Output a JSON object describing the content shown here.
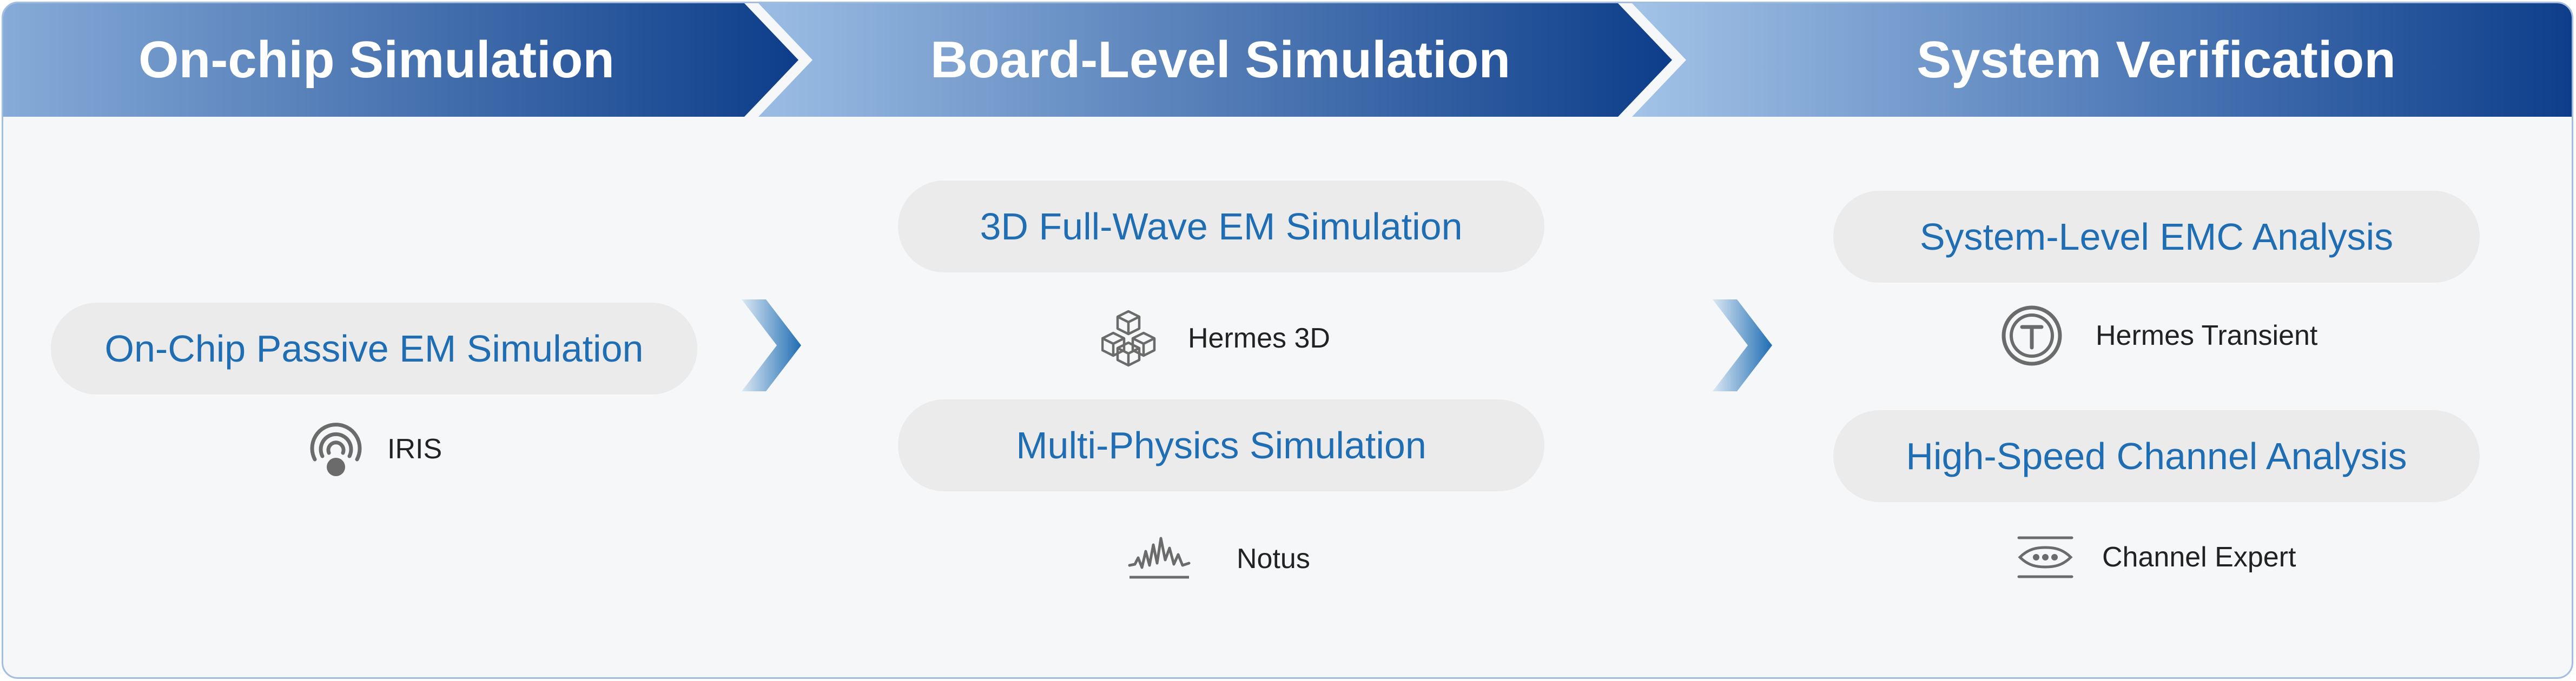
{
  "stages": [
    {
      "title": "On-chip Simulation",
      "capabilities": [
        {
          "label": "On-Chip Passive EM Simulation",
          "product": "IRIS",
          "icon": "radar-signal-icon"
        }
      ]
    },
    {
      "title": "Board-Level Simulation",
      "capabilities": [
        {
          "label": "3D Full-Wave EM Simulation",
          "product": "Hermes 3D",
          "icon": "cubes-icon"
        },
        {
          "label": "Multi-Physics Simulation",
          "product": "Notus",
          "icon": "waveform-icon"
        }
      ]
    },
    {
      "title": "System Verification",
      "capabilities": [
        {
          "label": "System-Level EMC Analysis",
          "product": "Hermes Transient",
          "icon": "t-circle-icon"
        },
        {
          "label": "High-Speed Channel Analysis",
          "product": "Channel Expert",
          "icon": "channel-icon"
        }
      ]
    }
  ],
  "colors": {
    "banner_dark": "#0d3d8a",
    "banner_light": "#8fb2dc",
    "pill_text": "#1f6db3",
    "pill_background": "#ebebec",
    "panel_background": "#f5f7f8",
    "icon_gray": "#6b6b6b"
  }
}
